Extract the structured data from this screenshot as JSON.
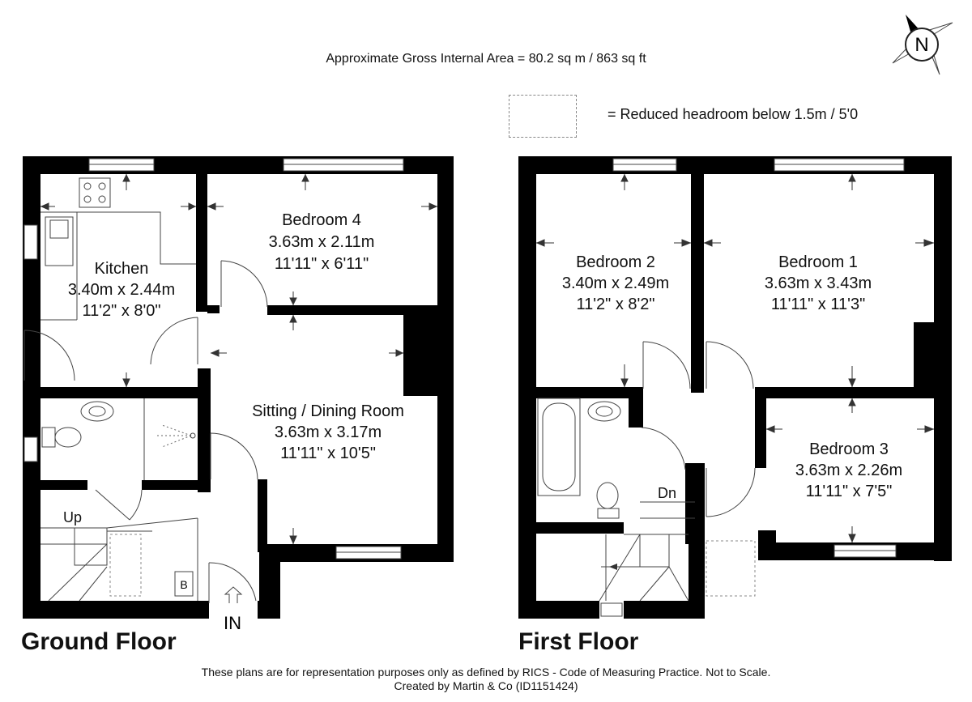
{
  "header": {
    "gross_area": "Approximate Gross Internal Area = 80.2 sq m / 863 sq ft",
    "legend_text": "= Reduced headroom below 1.5m / 5'0"
  },
  "compass": {
    "label": "N"
  },
  "ground_floor": {
    "title": "Ground Floor",
    "entrance": "IN",
    "stairs_label": "Up",
    "boiler_label": "B",
    "rooms": [
      {
        "name": "Kitchen",
        "metric": "3.40m x 2.44m",
        "imperial": "11'2\" x 8'0\""
      },
      {
        "name": "Bedroom 4",
        "metric": "3.63m x 2.11m",
        "imperial": "11'11\" x 6'11\""
      },
      {
        "name": "Sitting / Dining Room",
        "metric": "3.63m x 3.17m",
        "imperial": "11'11\" x 10'5\""
      }
    ]
  },
  "first_floor": {
    "title": "First Floor",
    "stairs_label": "Dn",
    "rooms": [
      {
        "name": "Bedroom 2",
        "metric": "3.40m x 2.49m",
        "imperial": "11'2\" x 8'2\""
      },
      {
        "name": "Bedroom 1",
        "metric": "3.63m x 3.43m",
        "imperial": "11'11\" x 11'3\""
      },
      {
        "name": "Bedroom 3",
        "metric": "3.63m x 2.26m",
        "imperial": "11'11\" x 7'5\""
      }
    ]
  },
  "footer": {
    "line1": "These plans are for representation purposes only as defined by RICS - Code of Measuring Practice. Not to Scale.",
    "line2": "Created by Martin & Co (ID1151424)"
  }
}
